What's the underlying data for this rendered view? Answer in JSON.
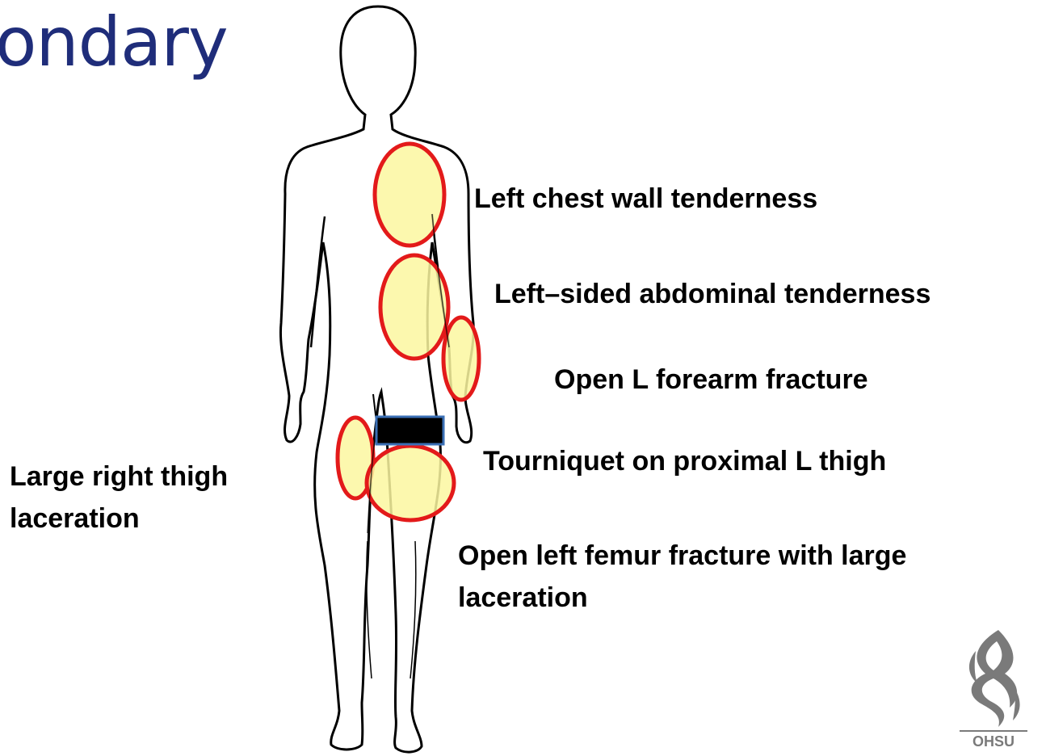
{
  "slide": {
    "title_fragment": "ondary"
  },
  "annotations": {
    "chest": "Left chest wall tenderness",
    "abdomen": "Left–sided abdominal tenderness",
    "forearm": "Open L forearm fracture",
    "tourniquet": "Tourniquet on proximal L thigh",
    "right_thigh": "Large right thigh laceration",
    "femur": "Open left femur fracture with large laceration"
  },
  "logo": {
    "text": "OHSU"
  },
  "colors": {
    "title": "#1f2d7a",
    "injury_fill": "#fbf7a0",
    "injury_stroke": "#e31a1a",
    "tourniquet": "#000000",
    "tourniquet_border": "#3a6fb5",
    "body_outline": "#000000",
    "logo": "#7a7a7a"
  },
  "icons": {
    "body": "human-body-outline",
    "logo": "ohsu-logo"
  }
}
